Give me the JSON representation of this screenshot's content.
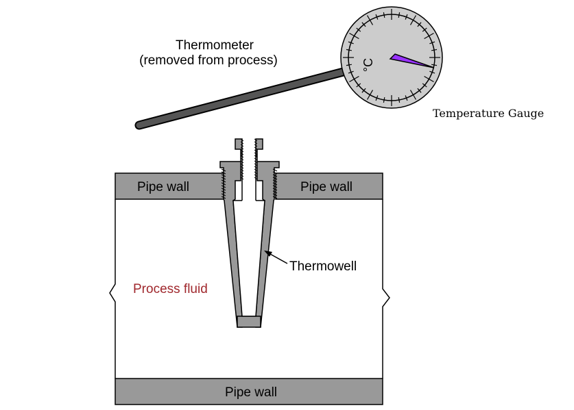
{
  "labels": {
    "thermometer_line1": "Thermometer",
    "thermometer_line2": "(removed from process)",
    "temperature_gauge": "Temperature Gauge",
    "pipe_wall_top_left": "Pipe wall",
    "pipe_wall_top_right": "Pipe wall",
    "pipe_wall_bottom": "Pipe wall",
    "process_fluid": "Process fluid",
    "thermowell": "Thermowell",
    "gauge_unit": "°C"
  },
  "colors": {
    "pipe_wall": "#999999",
    "outline": "#000000",
    "thermowell": "#999999",
    "stem": "#555555",
    "gauge_face": "#cccccc",
    "pointer": "#9933ff",
    "process_fluid_text": "#a0282d"
  }
}
